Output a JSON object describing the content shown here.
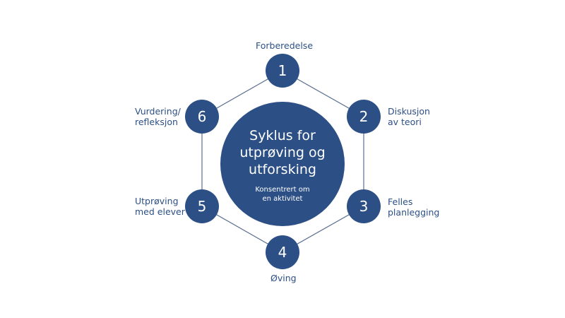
{
  "colors": {
    "node": "#2c4f86",
    "line": "#5b6f91",
    "label": "#2c4f86"
  },
  "center": {
    "title_lines": [
      "Syklus for",
      "utprøving og",
      "utforsking"
    ],
    "subtitle_lines": [
      "Konsentrert om",
      "en aktivitet"
    ]
  },
  "steps": [
    {
      "number": "1",
      "label_lines": [
        "Forberedelse"
      ]
    },
    {
      "number": "2",
      "label_lines": [
        "Diskusjon",
        "av teori"
      ]
    },
    {
      "number": "3",
      "label_lines": [
        "Felles",
        "planlegging"
      ]
    },
    {
      "number": "4",
      "label_lines": [
        "Øving"
      ]
    },
    {
      "number": "5",
      "label_lines": [
        "Utprøving",
        "med elever"
      ]
    },
    {
      "number": "6",
      "label_lines": [
        "Vurdering/",
        "refleksjon"
      ]
    }
  ]
}
